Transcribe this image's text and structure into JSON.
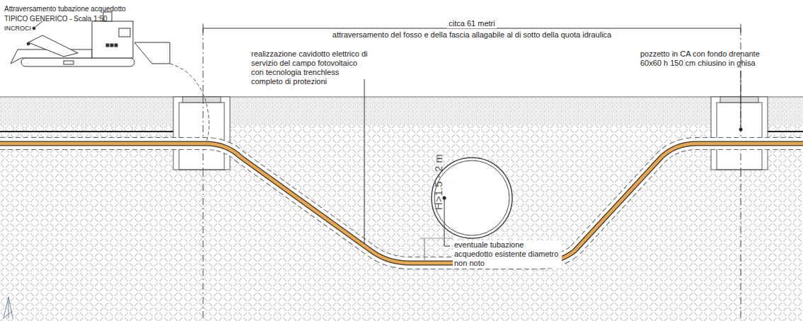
{
  "diagram": {
    "title": "Attraversamento tubazione acquedotto",
    "labels": [
      "TIPICO GENERICO - Scala 1:50",
      "INCROCI",
      "citca 61 metri",
      "attraversamento del fosso e della fascia allagabile al di sotto della quota idraulica",
      "realizzazione cavidotto elettrico di servizio del campo fotovoltaico con tecnologia trenchless completo di protezioni",
      "pozzetto in CA con fondo drenante 60x60 h 150 cm chiusino in ghisa",
      "H>1.5 - 2 m",
      "eventuale tubazione acquedotto esistente diametro non noto"
    ]
  }
}
